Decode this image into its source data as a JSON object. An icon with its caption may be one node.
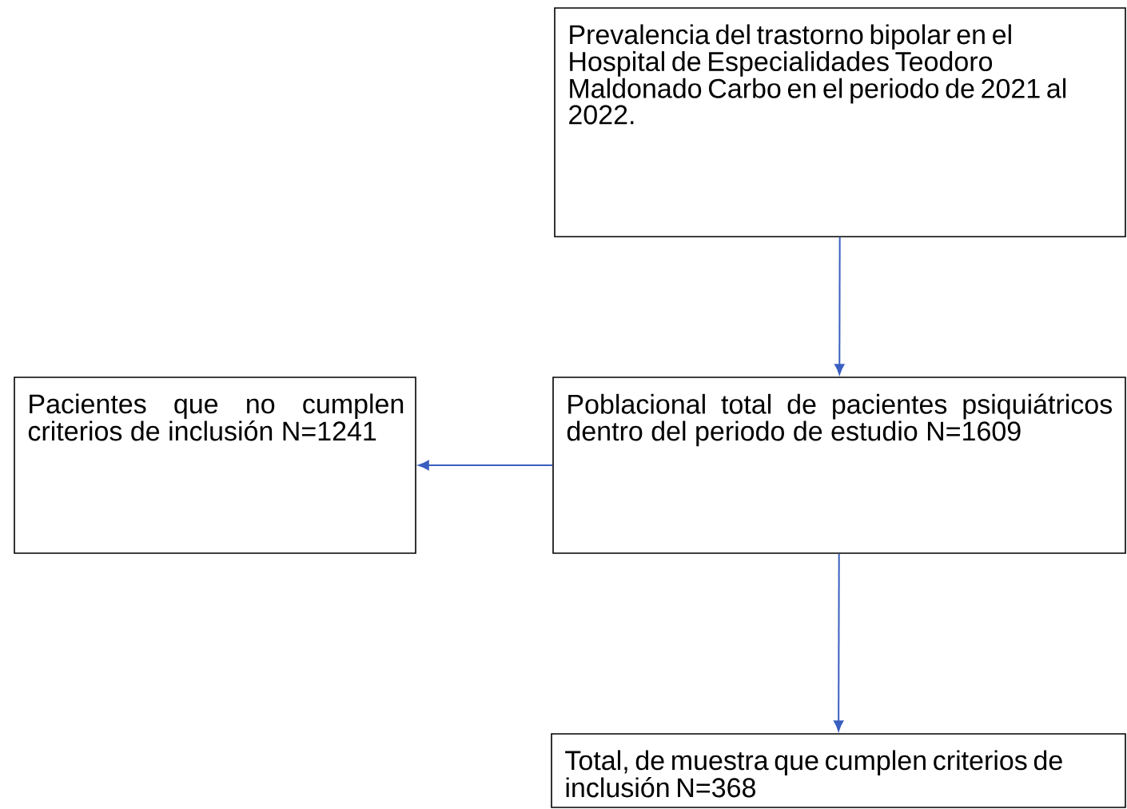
{
  "diagram": {
    "nodes": [
      {
        "text": [
          "Prevalencia del trastorno bipolar en el Hospital de Especialidades Teodoro Maldonado Carbo en el periodo de 2021 al 2022."
        ]
      },
      {
        "text": [
          "Poblacional total de pacientes psiquiátricos dentro del periodo de estudio N=1609"
        ]
      },
      {
        "text": [
          "Pacientes que no cumplen criterios de inclusión N=1241"
        ]
      },
      {
        "text": [
          "Total, de muestra que cumplen criterios de inclusión N=368"
        ]
      }
    ],
    "edges": [
      {
        "from": 0,
        "to": 1,
        "arrow": "to"
      },
      {
        "from": 1,
        "to": 2,
        "arrow": "to"
      },
      {
        "from": 1,
        "to": 3,
        "arrow": "to"
      }
    ]
  }
}
